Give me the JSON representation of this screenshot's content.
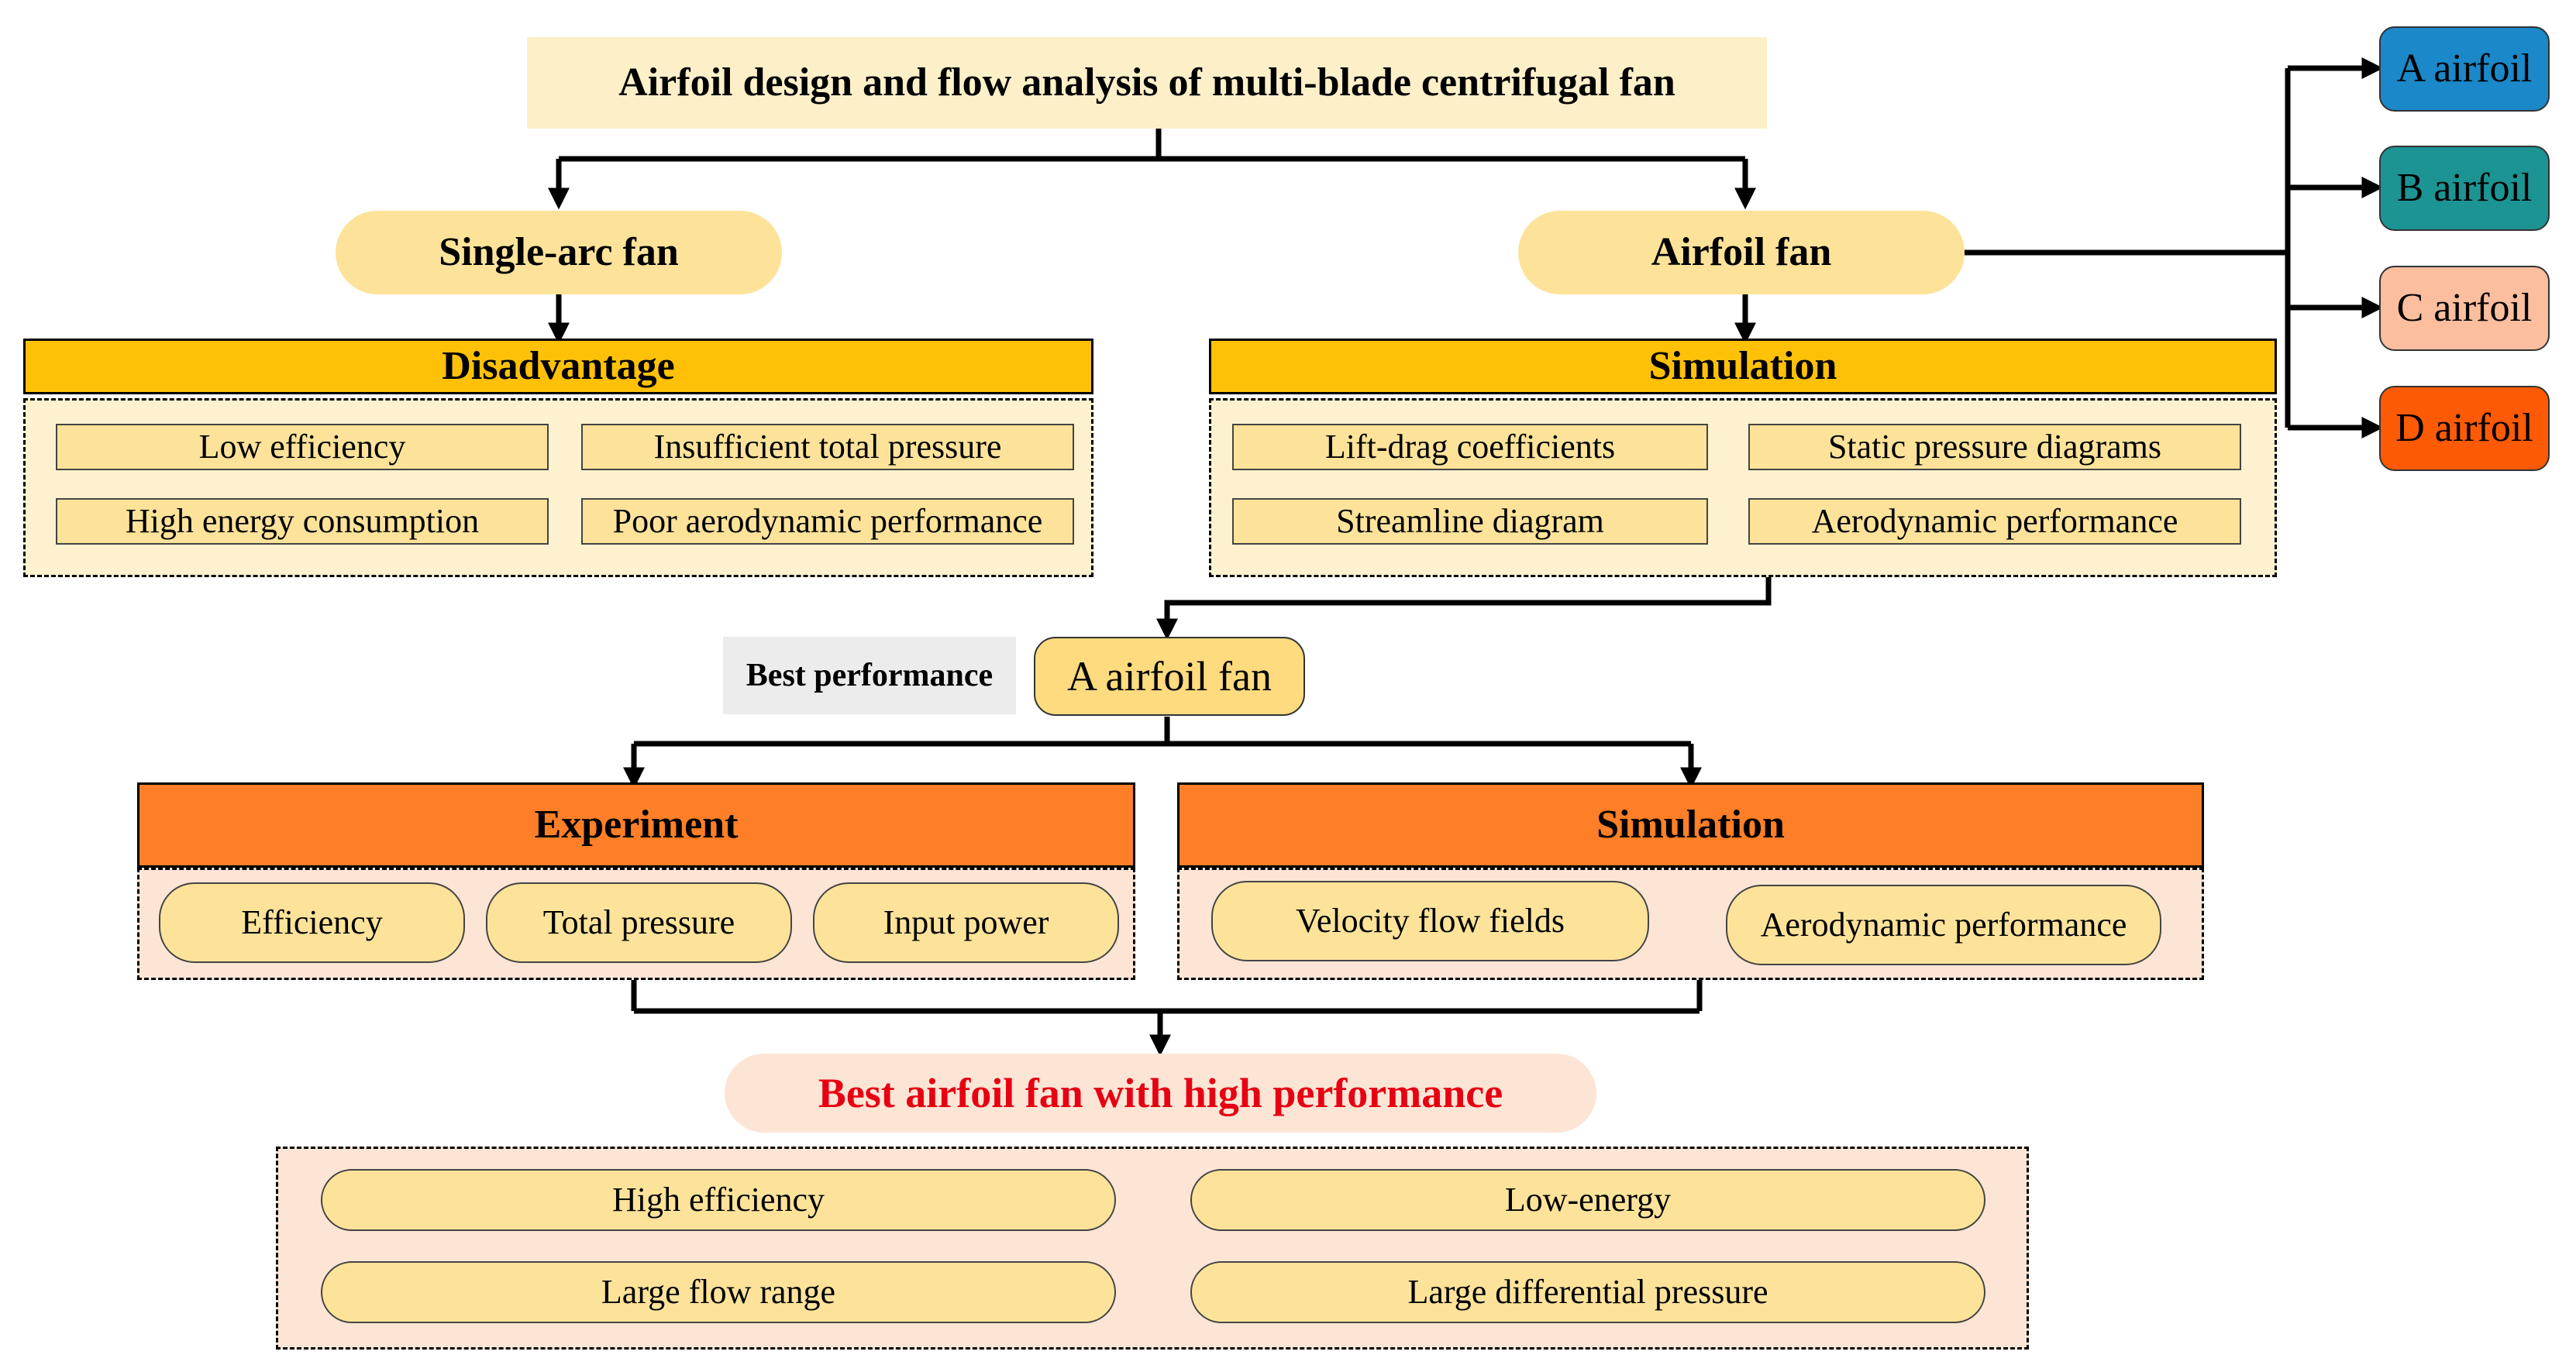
{
  "title": "Airfoil design and flow analysis of multi-blade centrifugal fan",
  "single_arc": {
    "label": "Single-arc fan",
    "header": "Disadvantage",
    "items": [
      "Low efficiency",
      "Insufficient total pressure",
      "High energy consumption",
      "Poor aerodynamic performance"
    ]
  },
  "airfoil_fan": {
    "label": "Airfoil fan",
    "header": "Simulation",
    "items": [
      "Lift-drag coefficients",
      "Static pressure diagrams",
      "Streamline diagram",
      "Aerodynamic performance"
    ]
  },
  "airfoils": [
    {
      "label": "A airfoil",
      "color": "#1a88c9"
    },
    {
      "label": "B airfoil",
      "color": "#1d9494"
    },
    {
      "label": "C airfoil",
      "color": "#fbbe9e"
    },
    {
      "label": "D airfoil",
      "color": "#fd5a06"
    }
  ],
  "best_label": "Best performance",
  "a_airfoil_fan": "A airfoil fan",
  "experiment": {
    "header": "Experiment",
    "items": [
      "Efficiency",
      "Total pressure",
      "Input power"
    ]
  },
  "simulation2": {
    "header": "Simulation",
    "items": [
      "Velocity flow fields",
      "Aerodynamic performance"
    ]
  },
  "result": {
    "label": "Best airfoil fan with high performance",
    "items": [
      "High efficiency",
      "Low-energy",
      "Large flow range",
      "Large differential pressure"
    ]
  },
  "colors": {
    "title_bg": "#fdf0c9",
    "gold_bar": "#fec107",
    "orange_bar": "#fe7f27",
    "item_fill": "#fde39a",
    "panel_yellow": "#fdf1cf",
    "panel_peach": "#fde5d6",
    "result_text": "#e60012"
  }
}
